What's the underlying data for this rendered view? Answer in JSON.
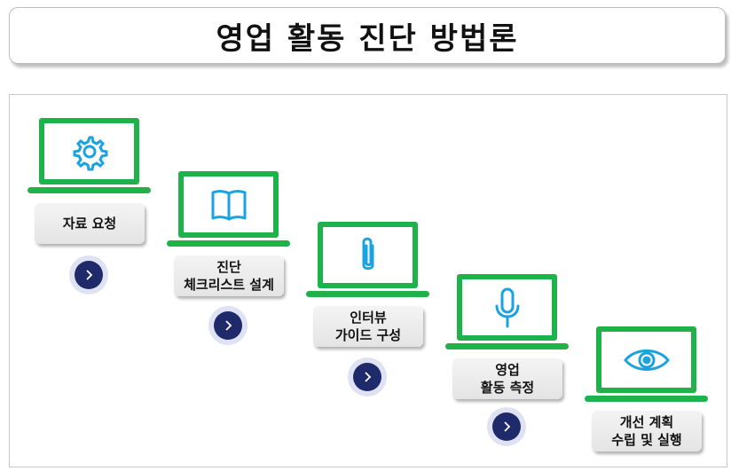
{
  "title": "영업 활동 진단 방법론",
  "colors": {
    "green": "#1db34a",
    "icon_blue": "#1aa3e0",
    "arrow_navy": "#1f2a6b"
  },
  "steps": [
    {
      "icon": "gear-icon",
      "lines": [
        "자료 요청"
      ]
    },
    {
      "icon": "book-icon",
      "lines": [
        "진단",
        "체크리스트 설계"
      ]
    },
    {
      "icon": "paperclip-icon",
      "lines": [
        "인터뷰",
        "가이드 구성"
      ]
    },
    {
      "icon": "microphone-icon",
      "lines": [
        "영업",
        "활동 측정"
      ]
    },
    {
      "icon": "eye-icon",
      "lines": [
        "개선 계획",
        "수립 및 실행"
      ]
    }
  ]
}
